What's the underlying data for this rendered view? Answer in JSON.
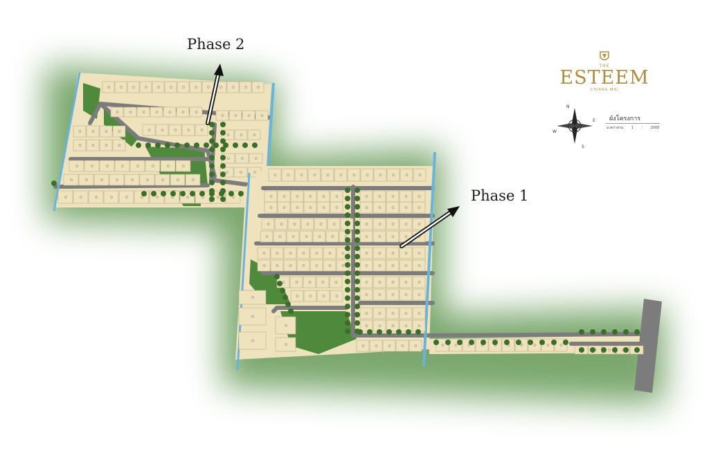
{
  "map": {
    "phase_2_label": "Phase 2",
    "phase_1_label": "Phase 1"
  },
  "brand": {
    "prefix": "THE",
    "name": "ESTEEM",
    "location": "CHIANG MAI",
    "color": "#b08d3c"
  },
  "legend": {
    "title": "ผังโครงการ",
    "scale_label": "มาตราส่วน",
    "scale_value": "1 : 2000"
  },
  "compass": {
    "n": "N",
    "e": "E",
    "s": "S",
    "w": "W"
  },
  "colors": {
    "plot": "#efe3bd",
    "road": "#7c7c7c",
    "green": "#4f8a3c",
    "glow": "#3f7a2e",
    "canal": "#69b3dc"
  }
}
